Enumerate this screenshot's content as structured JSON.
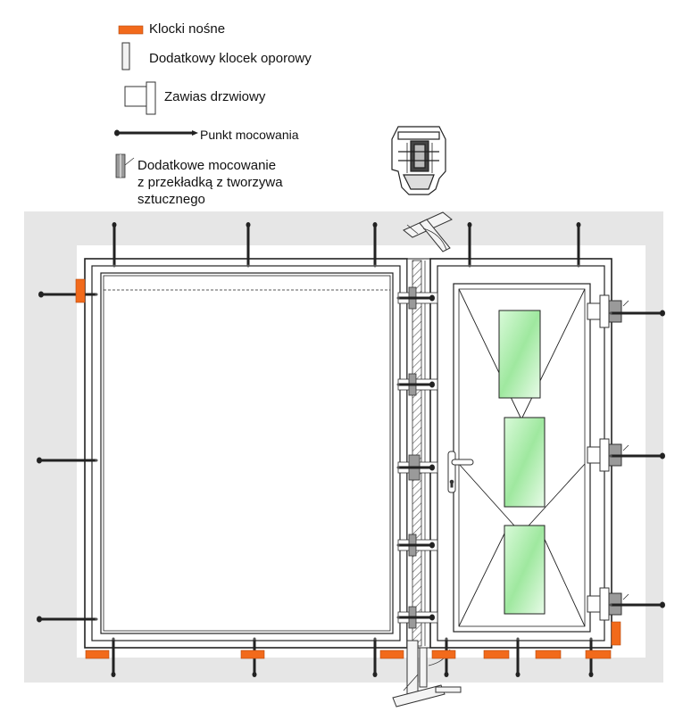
{
  "legend": {
    "support_blocks": "Klocki nośne",
    "extra_stop_block": "Dodatkowy klocek oporowy",
    "door_hinge": "Zawias drzwiowy",
    "fixing_point": "Punkt mocowania",
    "extra_fixing_lines": [
      "Dodatkowe mocowanie",
      "z przekładką z tworzywa",
      "sztucznego"
    ]
  },
  "colors": {
    "support_block": "#f26a1b",
    "wall": "#e6e6e6",
    "glass": "#b8f0b8",
    "frame": "#222222"
  }
}
